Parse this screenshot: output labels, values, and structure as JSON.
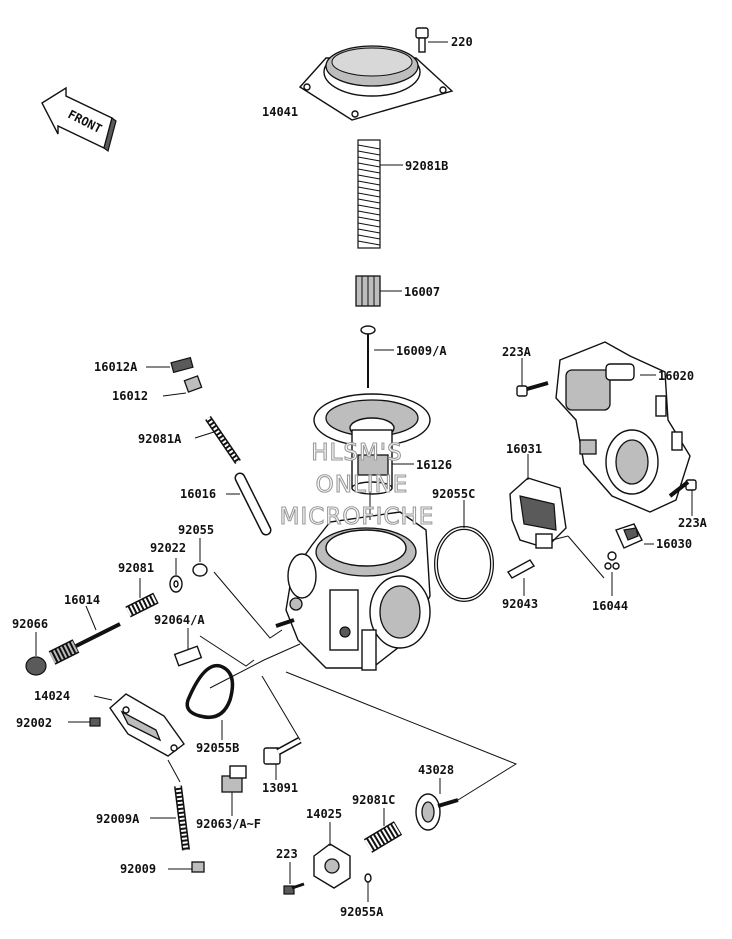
{
  "front_arrow": {
    "label": "FRONT"
  },
  "watermark": {
    "line1": "HLSM'S",
    "line2": "ONLINE",
    "line3": "MICROFICHE"
  },
  "callouts": [
    "220",
    "14041",
    "92081B",
    "16007",
    "16009/A",
    "16012A",
    "16012",
    "92081A",
    "16126",
    "16016",
    "92055C",
    "223A",
    "16020",
    "16031",
    "223A",
    "16030",
    "92055",
    "92022",
    "92081",
    "16014",
    "92066",
    "92064/A",
    "14024",
    "92002",
    "92055B",
    "13091",
    "92043",
    "16044",
    "43028",
    "92081C",
    "14025",
    "92009A",
    "92063/A~F",
    "223",
    "92009",
    "92055A"
  ]
}
